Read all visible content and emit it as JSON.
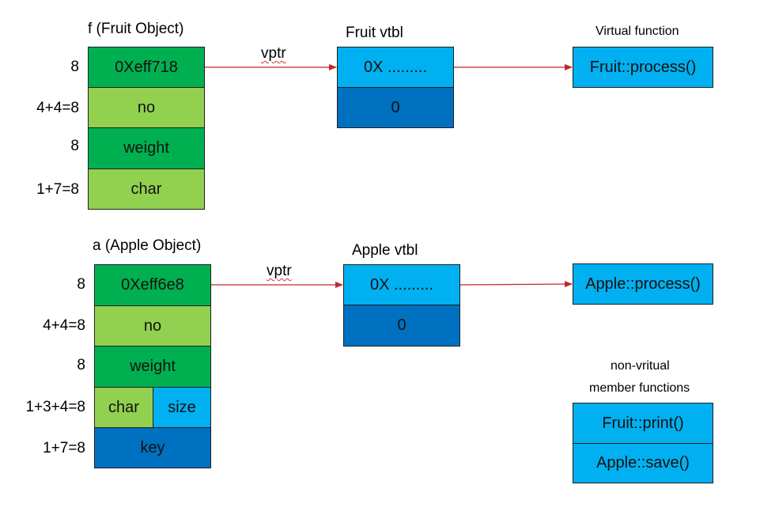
{
  "colors": {
    "dark_green": "#00b050",
    "light_green": "#92d050",
    "light_blue": "#00b0f0",
    "dark_blue": "#0070c0",
    "arrow": "#c0282d"
  },
  "fruit_object": {
    "title": "f (Fruit Object)",
    "rows": [
      {
        "size": "8",
        "cells": [
          "0Xeff718"
        ]
      },
      {
        "size": "4+4=8",
        "cells": [
          "no"
        ]
      },
      {
        "size": "8",
        "cells": [
          "weight"
        ]
      },
      {
        "size": "1+7=8",
        "cells": [
          "char"
        ]
      }
    ],
    "vptr_label": "vptr"
  },
  "fruit_vtbl": {
    "title": "Fruit vtbl",
    "cells": [
      "0X .........",
      "0"
    ]
  },
  "virtual_functions": {
    "title": "Virtual function",
    "fruit_process": "Fruit::process()",
    "apple_process": "Apple::process()"
  },
  "apple_object": {
    "title": "a (Apple Object)",
    "rows": [
      {
        "size": "8",
        "cells": [
          "0Xeff6e8"
        ]
      },
      {
        "size": "4+4=8",
        "cells": [
          "no"
        ]
      },
      {
        "size": "8",
        "cells": [
          "weight"
        ]
      },
      {
        "size": "1+3+4=8",
        "cells": [
          "char",
          "size"
        ]
      },
      {
        "size": "1+7=8",
        "cells": [
          "key"
        ]
      }
    ],
    "vptr_label": "vptr"
  },
  "apple_vtbl": {
    "title": "Apple vtbl",
    "cells": [
      "0X .........",
      "0"
    ]
  },
  "non_virtual": {
    "title_line1": "non-vritual",
    "title_line2": "member functions",
    "items": [
      "Fruit::print()",
      "Apple::save()"
    ]
  }
}
